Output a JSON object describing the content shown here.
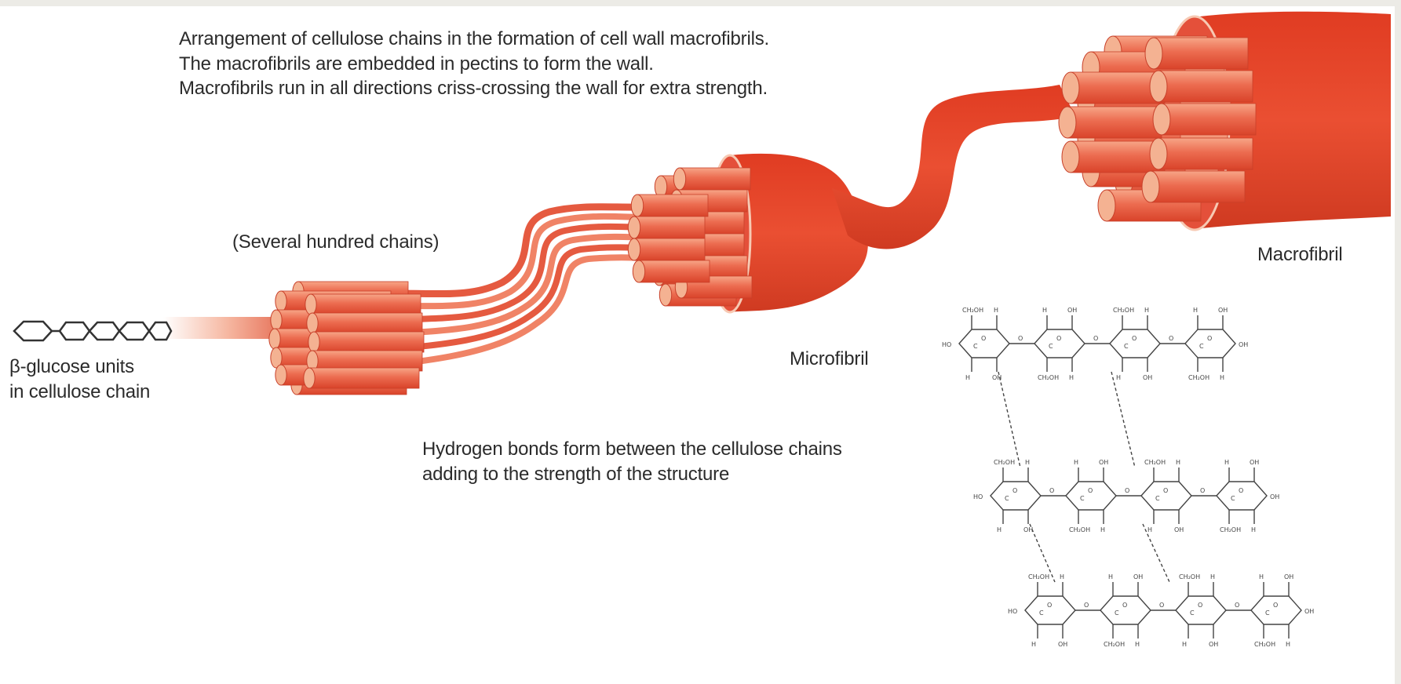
{
  "caption": {
    "line1": "Arrangement of cellulose chains in the formation of cell wall macrofibrils.",
    "line2": "The macrofibrils are embedded in pectins to form the wall.",
    "line3": "Macrofibrils run in all directions criss-crossing the wall for extra strength."
  },
  "labels": {
    "several_chains": "(Several hundred chains)",
    "glucose_line1": "β-glucose units",
    "glucose_line2": "in cellulose chain",
    "microfibril": "Microfibril",
    "macrofibril": "Macrofibril",
    "hbond_line1": "Hydrogen bonds form between the cellulose chains",
    "hbond_line2": "adding to the strength of the structure"
  },
  "chem": {
    "ch2oh": "CH₂OH",
    "h": "H",
    "oh": "OH",
    "ho": "HO",
    "o": "O",
    "c": "C"
  },
  "colors": {
    "fibre_dark": "#d9432a",
    "fibre_mid": "#ea6a4e",
    "fibre_light": "#f7a587",
    "fibre_end": "#f4b292",
    "sheath": "#e84a2e"
  }
}
